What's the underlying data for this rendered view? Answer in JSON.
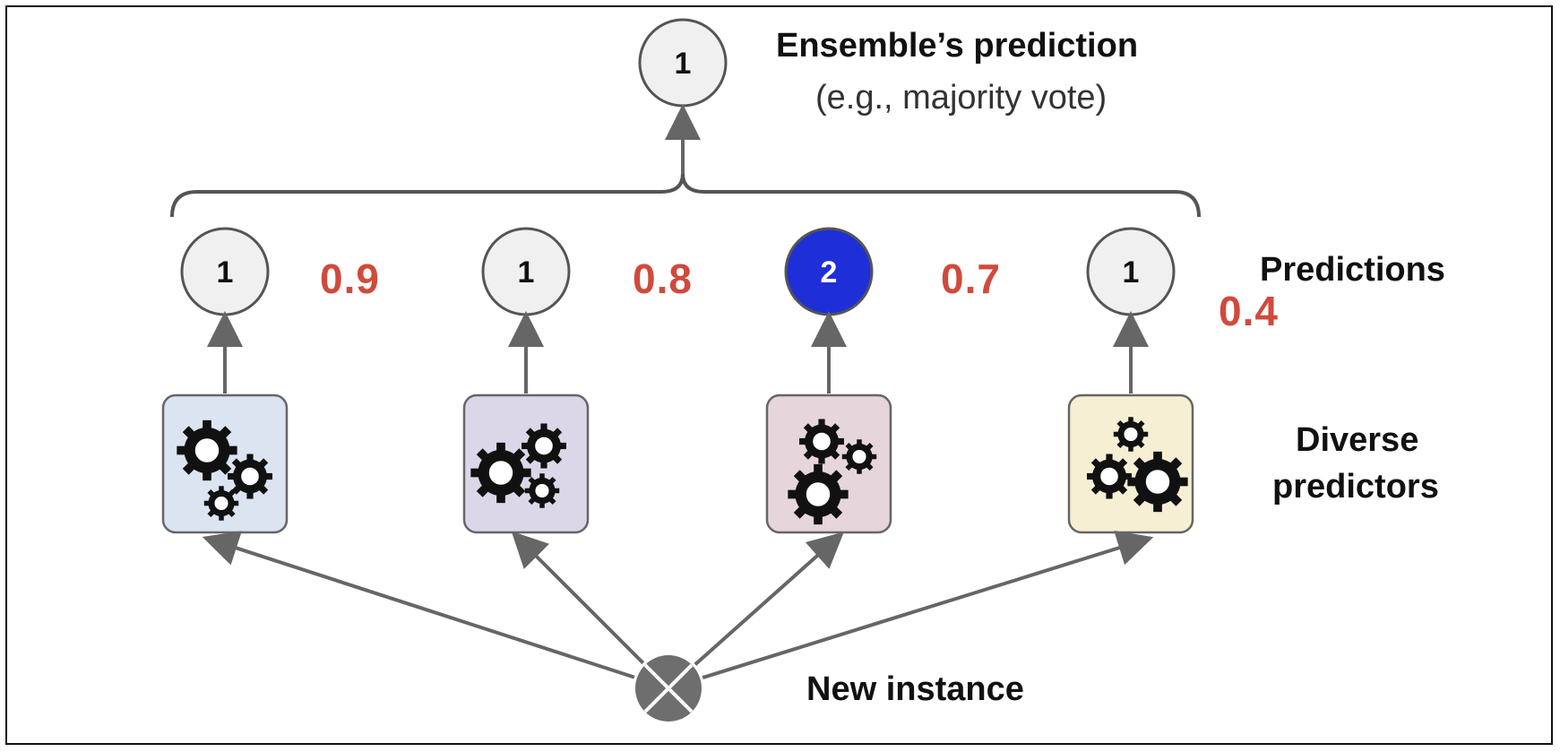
{
  "ensemble": {
    "output_value": "1",
    "title": "Ensemble’s prediction",
    "subtitle": "(e.g., majority vote)"
  },
  "labels": {
    "predictions": "Predictions",
    "predictors_line1": "Diverse",
    "predictors_line2": "predictors",
    "new_instance": "New instance"
  },
  "predictors": [
    {
      "prediction": "1",
      "box_color": "#dbe4f0",
      "circle_color": "#f0f0f0",
      "text_color": "#111111"
    },
    {
      "prediction": "1",
      "box_color": "#dcd7e8",
      "circle_color": "#f0f0f0",
      "text_color": "#111111"
    },
    {
      "prediction": "2",
      "box_color": "#e6d6dc",
      "circle_color": "#1f2fd8",
      "text_color": "#ffffff"
    },
    {
      "prediction": "1",
      "box_color": "#f7efd4",
      "circle_color": "#f0f0f0",
      "text_color": "#111111"
    }
  ],
  "weights": [
    "0.9",
    "0.8",
    "0.7",
    "0.4"
  ],
  "colors": {
    "arrow": "#666666",
    "weight_text": "#d04a3c",
    "instance_node": "#6e6e6e"
  },
  "icons": {
    "predictor": "gears-icon",
    "instance": "crossed-circle-icon"
  }
}
